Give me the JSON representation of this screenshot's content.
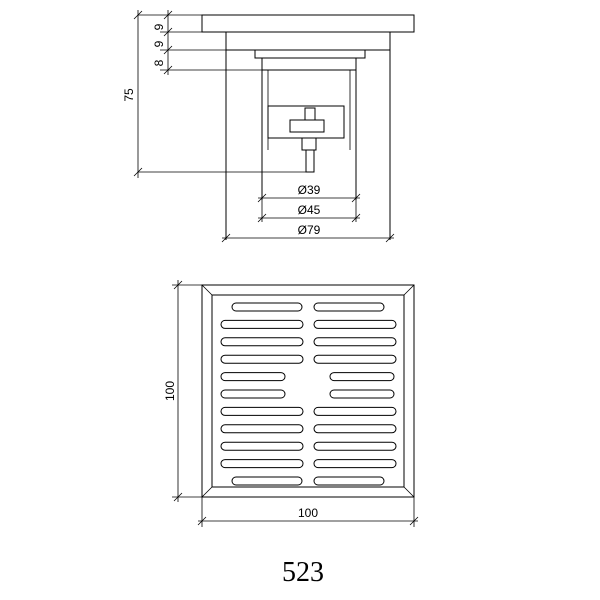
{
  "side_view": {
    "dims": {
      "top_9a": "9",
      "top_9b": "9",
      "top_8": "8",
      "height": "75",
      "d39": "Ø39",
      "d45": "Ø45",
      "d79": "Ø79"
    }
  },
  "top_view": {
    "dims": {
      "height": "100",
      "width": "100"
    },
    "slots": {
      "rows": 11,
      "split_rows": [
        4,
        5
      ]
    }
  },
  "model_number": "523"
}
